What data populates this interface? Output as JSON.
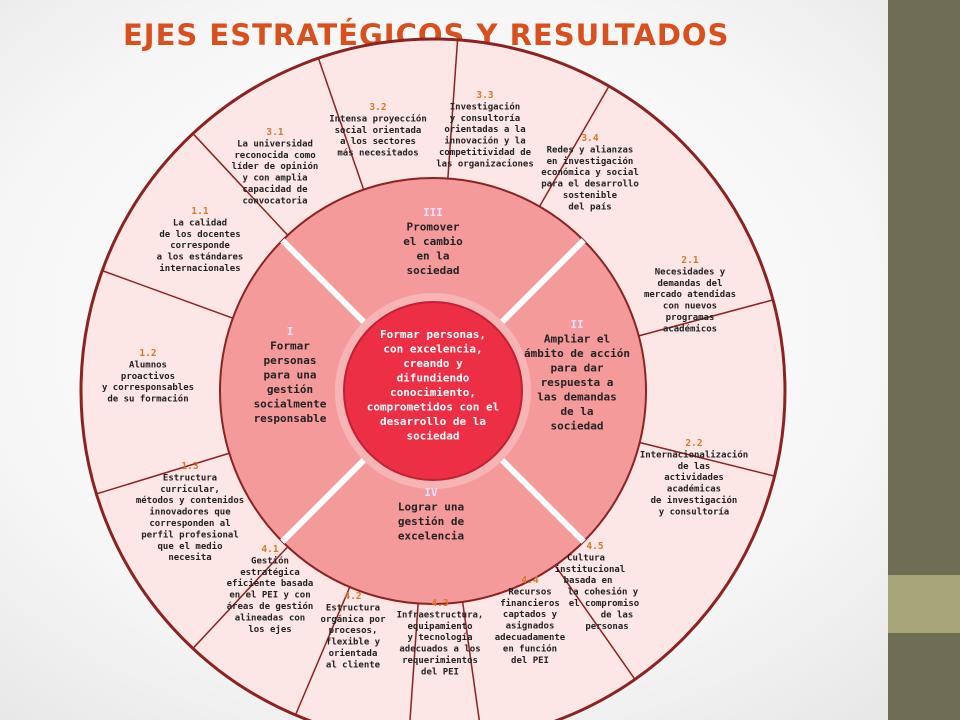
{
  "title": "EJES ESTRATÉGICOS Y RESULTADOS",
  "colors": {
    "outer_fill": "#fde6e6",
    "axis_fill": "#f59a9b",
    "center_fill": "#ec2f45",
    "line": "#8b2323",
    "result_num": "#d9762a",
    "axis_num": "#e8e0ff",
    "text": "#222222",
    "title": "#d94f1e",
    "band_dark": "#6e6e55",
    "band_light": "#a8a678"
  },
  "center": {
    "lines": [
      "Formar personas,",
      "con excelencia,",
      "creando y",
      "difundiendo",
      "conocimiento,",
      "comprometidos con el",
      "desarrollo de la",
      "sociedad"
    ]
  },
  "axes": [
    {
      "id": "I",
      "num": "I",
      "lines": [
        "Formar",
        "personas",
        "para una",
        "gestión",
        "socialmente",
        "responsable"
      ]
    },
    {
      "id": "II",
      "num": "II",
      "lines": [
        "Ampliar el",
        "ámbito de acción",
        "para dar",
        "respuesta a",
        "las demandas",
        "de la",
        "sociedad"
      ]
    },
    {
      "id": "III",
      "num": "III",
      "lines": [
        "Promover",
        "el cambio",
        "en la",
        "sociedad"
      ]
    },
    {
      "id": "IV",
      "num": "IV",
      "lines": [
        "Lograr una",
        "gestión de",
        "excelencia"
      ]
    }
  ],
  "results": [
    {
      "id": "3.1",
      "num": "3.1",
      "lines": [
        "La universidad",
        "reconocida como",
        "líder de opinión",
        "y con amplia",
        "capacidad de",
        "convocatoria"
      ]
    },
    {
      "id": "3.2",
      "num": "3.2",
      "lines": [
        "Intensa proyección",
        "social orientada",
        "a los sectores",
        "más necesitados"
      ]
    },
    {
      "id": "3.3",
      "num": "3.3",
      "lines": [
        "Investigación",
        "y consultoría",
        "orientadas a la",
        "innovación y la",
        "competitividad de",
        "las organizaciones"
      ]
    },
    {
      "id": "3.4",
      "num": "3.4",
      "lines": [
        "Redes y alianzas",
        "en investigación",
        "económica y social",
        "para el desarrollo",
        "sostenible",
        "del país"
      ]
    },
    {
      "id": "2.1",
      "num": "2.1",
      "lines": [
        "Necesidades y",
        "demandas del",
        "mercado atendidas",
        "con nuevos",
        "programas",
        "académicos"
      ]
    },
    {
      "id": "2.2",
      "num": "2.2",
      "lines": [
        "Internacionalización",
        "de las",
        "actividades",
        "académicas",
        "de investigación",
        "y consultoría"
      ]
    },
    {
      "id": "4.5",
      "num": "4.5",
      "lines": [
        "Cultura",
        "institucional",
        "basada en",
        "la cohesión y",
        "el compromiso",
        "de las",
        "personas"
      ]
    },
    {
      "id": "4.4",
      "num": "4.4",
      "lines": [
        "Recursos",
        "financieros",
        "captados y",
        "asignados",
        "adecuadamente",
        "en función",
        "del PEI"
      ]
    },
    {
      "id": "4.3",
      "num": "4.3",
      "lines": [
        "Infraestructura,",
        "equipamiento",
        "y tecnología",
        "adecuados a los",
        "requerimientos",
        "del PEI"
      ]
    },
    {
      "id": "4.2",
      "num": "4.2",
      "lines": [
        "Estructura",
        "orgánica por",
        "procesos,",
        "flexible y",
        "orientada",
        "al cliente"
      ]
    },
    {
      "id": "4.1",
      "num": "4.1",
      "lines": [
        "Gestión",
        "estratégica",
        "eficiente basada",
        "en el PEI y con",
        "áreas de gestión",
        "alineadas con",
        "los ejes"
      ]
    },
    {
      "id": "1.3",
      "num": "1.3",
      "lines": [
        "Estructura",
        "curricular,",
        "métodos y contenidos",
        "innovadores que",
        "corresponden al",
        "perfil profesional",
        "que el medio",
        "necesita"
      ]
    },
    {
      "id": "1.2",
      "num": "1.2",
      "lines": [
        "Alumnos",
        "proactivos",
        "y corresponsables",
        "de su formación"
      ]
    },
    {
      "id": "1.1",
      "num": "1.1",
      "lines": [
        "La calidad",
        "de los docentes",
        "corresponde",
        "a los estándares",
        "internacionales"
      ]
    }
  ]
}
